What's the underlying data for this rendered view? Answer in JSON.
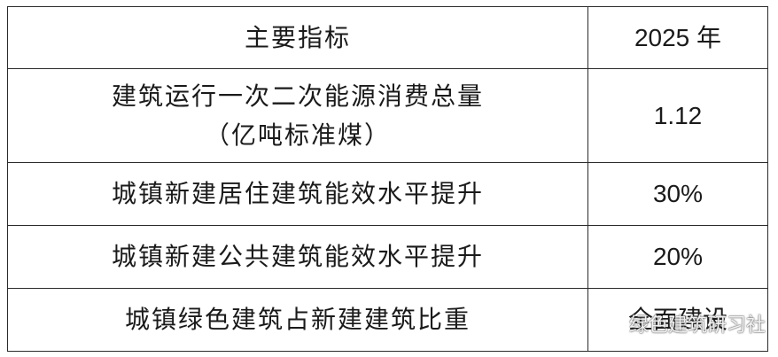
{
  "table": {
    "header": {
      "indicator": "主要指标",
      "value": "2025 年"
    },
    "rows": [
      {
        "indicator_lines": [
          "建筑运行一次二次能源消费总量",
          "（亿吨标准煤）"
        ],
        "value": "1.12"
      },
      {
        "indicator_lines": [
          "城镇新建居住建筑能效水平提升"
        ],
        "value": "30%"
      },
      {
        "indicator_lines": [
          "城镇新建公共建筑能效水平提升"
        ],
        "value": "20%"
      },
      {
        "indicator_lines": [
          "城镇绿色建筑占新建建筑比重"
        ],
        "value": "全面建设"
      }
    ]
  },
  "watermark": {
    "text": "绿色建筑研习社",
    "icon": "wechat-icon"
  }
}
